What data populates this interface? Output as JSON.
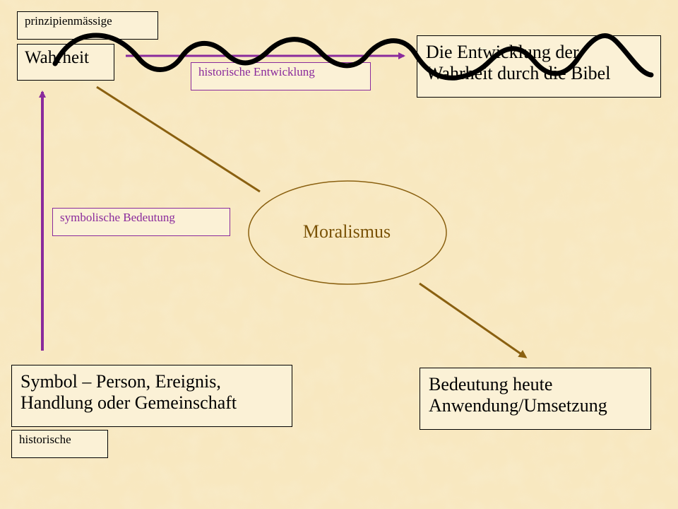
{
  "background": {
    "color": "#f8e8c0",
    "texture": "parchment"
  },
  "colors": {
    "purple": "#8a2a9c",
    "brown": "#8a6010",
    "ellipse_text": "#7a5206",
    "wave": "#000000"
  },
  "labels": {
    "prinzipienmaessige": "prinzipienmässige",
    "wahrheit": "Wahrheit",
    "historische_entwicklung": "historische Entwicklung",
    "entwicklung_line1": "Die Entwicklung der",
    "entwicklung_line2": "Wahrheit durch die Bibel",
    "symbolische_bedeutung": "symbolische Bedeutung",
    "moralismus": "Moralismus",
    "symbol_line1": "Symbol – Person, Ereignis,",
    "symbol_line2": "Handlung oder Gemeinschaft",
    "historische": "historische",
    "bedeutung_line1": "Bedeutung heute",
    "bedeutung_line2": "Anwendung/Umsetzung"
  },
  "connectors": [
    {
      "from": "symbol",
      "to": "wahrheit",
      "kind": "arrow",
      "color": "purple"
    },
    {
      "from": "wahrheit",
      "to": "entwicklung",
      "kind": "arrow",
      "color": "purple"
    },
    {
      "from": "wahrheit",
      "to": "moralismus",
      "kind": "line",
      "color": "brown"
    },
    {
      "from": "moralismus",
      "to": "bedeutung",
      "kind": "arrow",
      "color": "brown"
    },
    {
      "from": "wahrheit",
      "to": "entwicklung",
      "kind": "wave",
      "color": "black"
    }
  ]
}
